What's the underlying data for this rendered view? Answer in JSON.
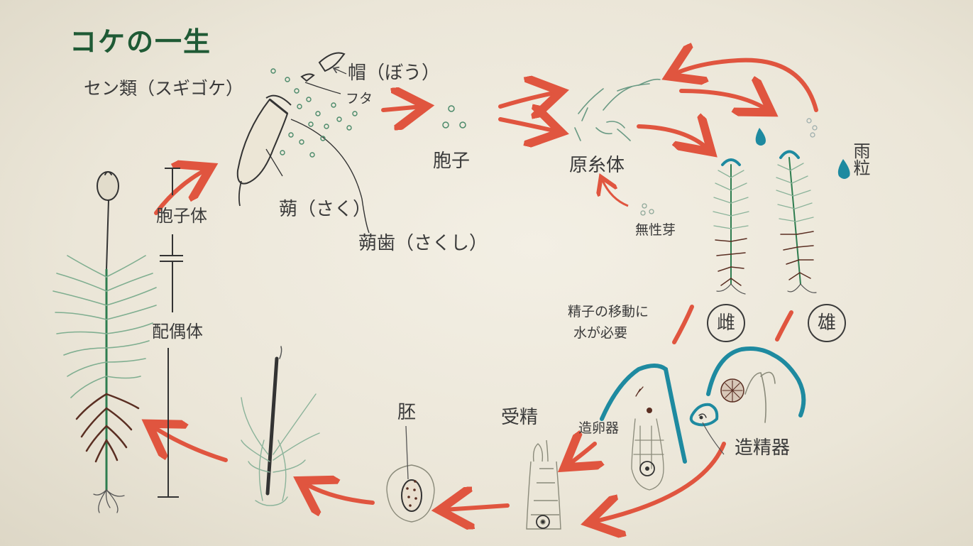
{
  "title": "コケの一生",
  "subtitle": "セン類（スギゴケ）",
  "labels": {
    "cap": "帽（ぼう）",
    "lid": "フタ",
    "capsule": "蒴（さく）",
    "peristome": "蒴歯（さくし）",
    "spore": "胞子",
    "protonema": "原糸体",
    "gemma": "無性芽",
    "raindrop": "雨粒",
    "female": "雌",
    "male": "雄",
    "sperm_note_line1": "精子の移動に",
    "sperm_note_line2": "水が必要",
    "archegonium": "造卵器",
    "antheridium": "造精器",
    "fertilization": "受精",
    "embryo": "胚",
    "sporophyte": "胞子体",
    "gametophyte": "配偶体"
  },
  "colors": {
    "arrow": "#e0553f",
    "teal": "#1e8aa0",
    "title": "#1f5a35",
    "ink": "#3a3a3a",
    "stem_green": "#2e7d4f"
  }
}
